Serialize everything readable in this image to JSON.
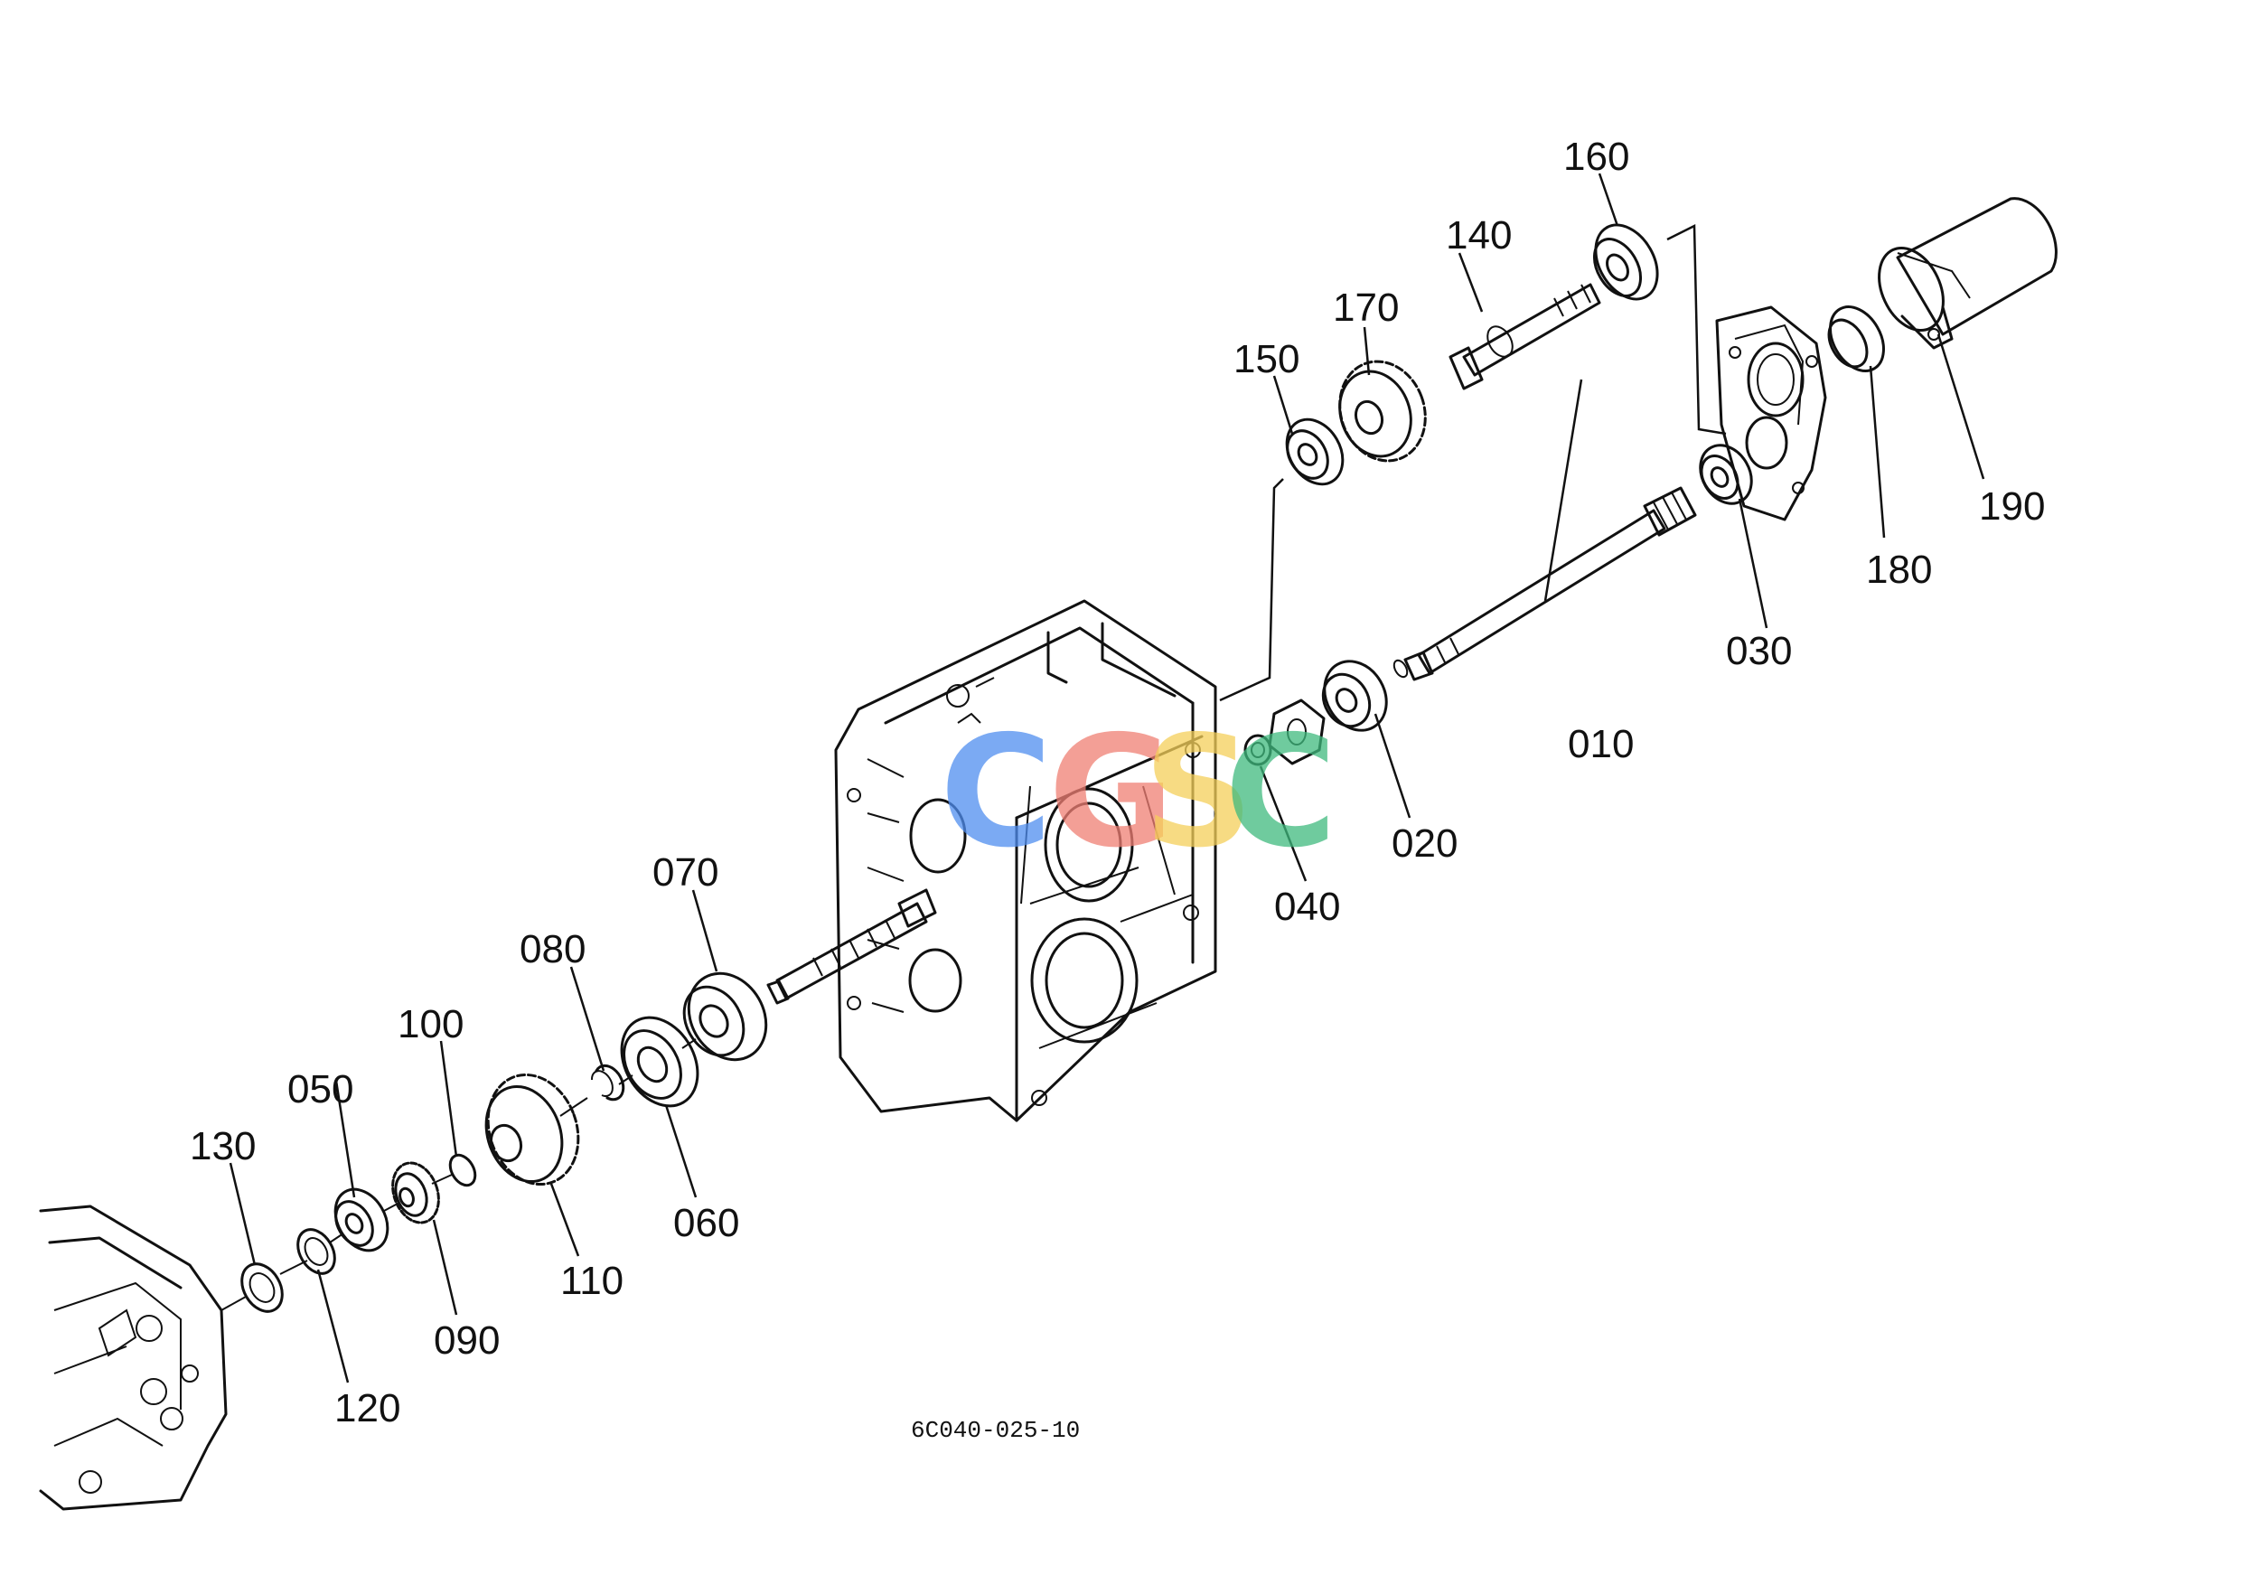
{
  "diagram_code": "6C040-025-10",
  "watermark": {
    "letters": [
      {
        "char": "C",
        "color": "#4f8ef0"
      },
      {
        "char": "G",
        "color": "#f07f74"
      },
      {
        "char": "S",
        "color": "#f5d05a"
      },
      {
        "char": "C",
        "color": "#3fba7e"
      }
    ]
  },
  "parts": [
    {
      "id": "010",
      "name": "shaft"
    },
    {
      "id": "020",
      "name": "ball bearing"
    },
    {
      "id": "030",
      "name": "ball bearing"
    },
    {
      "id": "040",
      "name": "nut"
    },
    {
      "id": "050",
      "name": "ball bearing"
    },
    {
      "id": "060",
      "name": "ball bearing"
    },
    {
      "id": "070",
      "name": "ball bearing"
    },
    {
      "id": "080",
      "name": "snap ring"
    },
    {
      "id": "090",
      "name": "gear"
    },
    {
      "id": "100",
      "name": "snap ring"
    },
    {
      "id": "110",
      "name": "gear"
    },
    {
      "id": "120",
      "name": "washer"
    },
    {
      "id": "130",
      "name": "oil seal"
    },
    {
      "id": "140",
      "name": "shaft"
    },
    {
      "id": "150",
      "name": "ball bearing"
    },
    {
      "id": "160",
      "name": "ball bearing"
    },
    {
      "id": "170",
      "name": "gear"
    },
    {
      "id": "180",
      "name": "oil seal"
    },
    {
      "id": "190",
      "name": "cover"
    }
  ]
}
